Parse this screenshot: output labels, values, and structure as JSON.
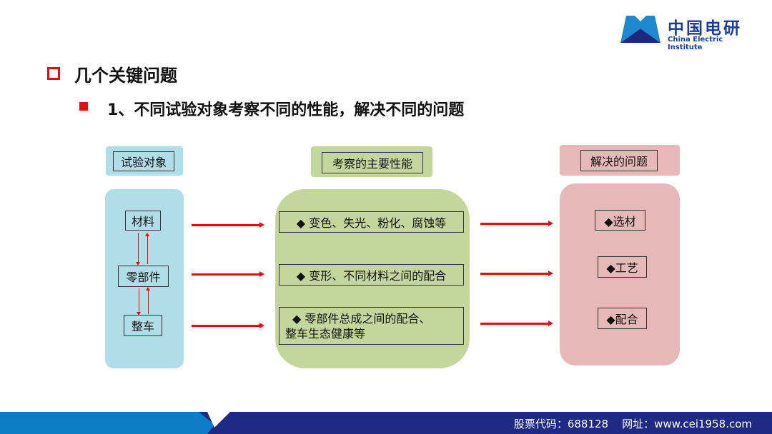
{
  "logo": {
    "name_cn": "中国电研",
    "name_en": "China Electric Institute"
  },
  "heading": {
    "title": "几个关键问题",
    "subtitle": "1、不同试验对象考察不同的性能，解决不同的问题"
  },
  "columns": {
    "objects": {
      "header": "试验对象",
      "items": [
        "材料",
        "零部件",
        "整车"
      ]
    },
    "performance": {
      "header": "考察的主要性能",
      "items": [
        "◆  变色、失光、粉化、腐蚀等",
        "◆  变形、不同材料之间的配合",
        "◆  零部件总成之间的配合、",
        "整车生态健康等"
      ]
    },
    "problems": {
      "header": "解决的问题",
      "items": [
        "◆选材",
        "◆工艺",
        "◆配合"
      ]
    }
  },
  "footer": {
    "text": "股票代码：688128    网址：www.cei1958.com"
  },
  "colors": {
    "red": "#e01010",
    "blue_panel": "#b0dde8",
    "green_panel": "#c3d69b",
    "pink_panel": "#e6b9b8",
    "navy": "#1e2a84"
  }
}
